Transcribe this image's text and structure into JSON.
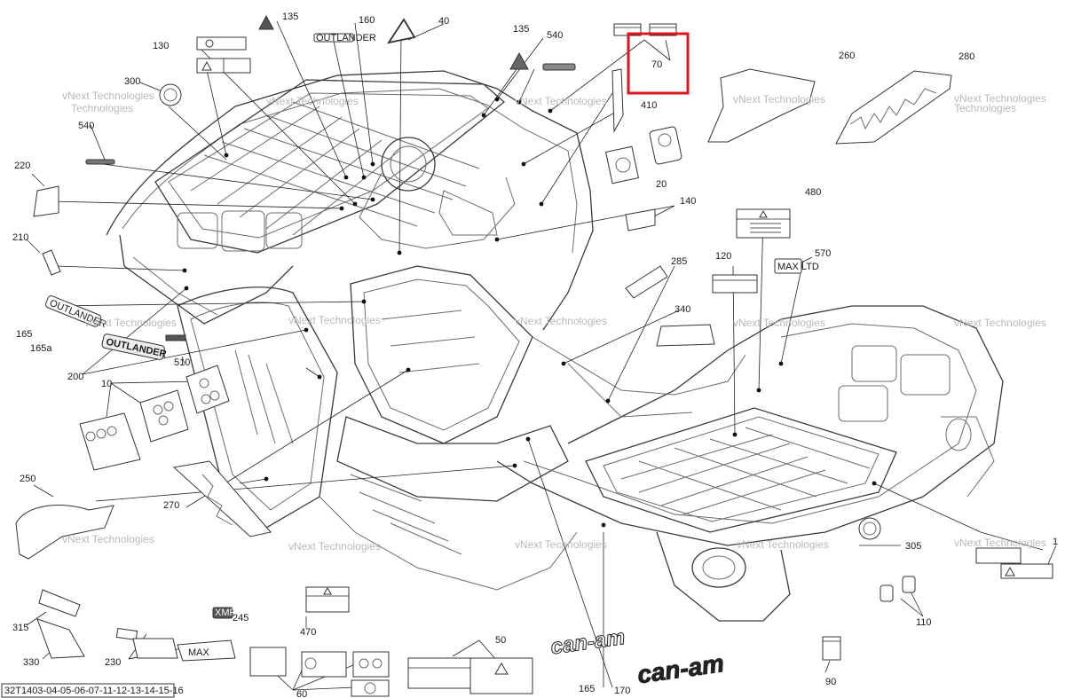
{
  "diagram_code": "32T1403-04-05-06-07-11-12-13-14-15-16",
  "watermark": "vNext Technologies",
  "highlight_color": "#e0141b",
  "decal_text": {
    "outlander": "OUTLANDER",
    "can_am": "can-am",
    "max": "MAX",
    "xmr": "XMR",
    "maxltd": "MAX LTD"
  },
  "callouts": {
    "c130": "130",
    "c135a": "135",
    "c160": "160",
    "c40": "40",
    "c135b": "135",
    "c540a": "540",
    "c70": "70",
    "c260": "260",
    "c280": "280",
    "c300": "300",
    "c410": "410",
    "c540b": "540",
    "c20": "20",
    "c220": "220",
    "c140": "140",
    "c480": "480",
    "c210": "210",
    "c285": "285",
    "c120": "120",
    "c570": "570",
    "c340": "340",
    "c165a": "165",
    "c165b": "165a",
    "c510": "510",
    "c200": "200",
    "c10": "10",
    "c250": "250",
    "c270": "270",
    "c305": "305",
    "c1": "1",
    "c110": "110",
    "c315": "315",
    "c245": "245",
    "c470": "470",
    "c330": "330",
    "c230": "230",
    "c50": "50",
    "c60": "60",
    "c165c": "165",
    "c170": "170",
    "c90": "90"
  }
}
